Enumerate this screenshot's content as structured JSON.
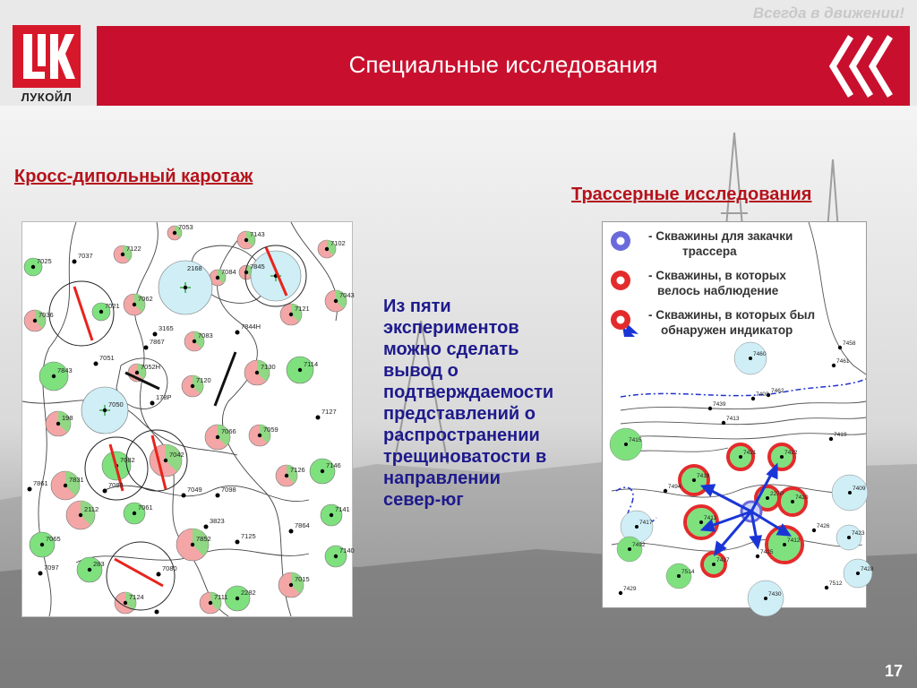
{
  "header": {
    "tagline": "Всегда в движении!",
    "title": "Специальные исследования",
    "brand": "ЛУКОЙЛ"
  },
  "left_panel": {
    "heading": "Кросс-дипольный каротаж",
    "well_labels": [
      "7053",
      "7143",
      "7122",
      "7102",
      "7025",
      "7037",
      "2168",
      "7845",
      "7021",
      "7062",
      "7084",
      "7043",
      "7121",
      "7036",
      "3165",
      "7867",
      "7083",
      "7844Н",
      "7051",
      "7052Н",
      "7130",
      "7114",
      "7120",
      "178Р",
      "7843",
      "7127",
      "198",
      "7050",
      "7066",
      "7059",
      "7082",
      "7042",
      "7831",
      "7089",
      "7146",
      "7126",
      "7861",
      "7049",
      "7098",
      "2112",
      "7061",
      "7141",
      "3823",
      "7065",
      "7852",
      "7125",
      "7864",
      "7140",
      "7097",
      "283",
      "7080",
      "7015",
      "2282",
      "7124",
      "7111"
    ],
    "colors": {
      "pink": "#f4a6a6",
      "green": "#7ee17e",
      "cyan": "#cfeef6",
      "red_line": "#e8231b"
    }
  },
  "conclusion": {
    "lines": [
      "Из пяти",
      "экспериментов",
      "можно сделать",
      "вывод о",
      "подтверждаемости",
      "представлений о",
      "распространении",
      "трещиноватости в",
      "направлении",
      "север-юг"
    ]
  },
  "right_panel": {
    "heading": "Трассерные исследования",
    "legend": [
      {
        "line1": "- Скважины для закачки",
        "line2": "трассера"
      },
      {
        "line1": "- Скважины, в которых",
        "line2": "велось наблюдение"
      },
      {
        "line1": "- Скважины, в которых был",
        "line2": "обнаружен индикатор"
      }
    ],
    "well_labels": [
      "7458",
      "7460",
      "7461",
      "7462",
      "7403",
      "7439",
      "7415",
      "7413",
      "7419",
      "7421",
      "7422",
      "7418",
      "7420",
      "227Р",
      "7494",
      "7409",
      "7411",
      "7412",
      "7417",
      "7423",
      "7425",
      "7427",
      "7514",
      "7492",
      "7426",
      "7428",
      "7429",
      "7430",
      "7512"
    ],
    "colors": {
      "injection": "#6a6adc",
      "observed": "#e32b2b",
      "arrow": "#1a35d6"
    }
  },
  "footer": {
    "page": "17"
  }
}
